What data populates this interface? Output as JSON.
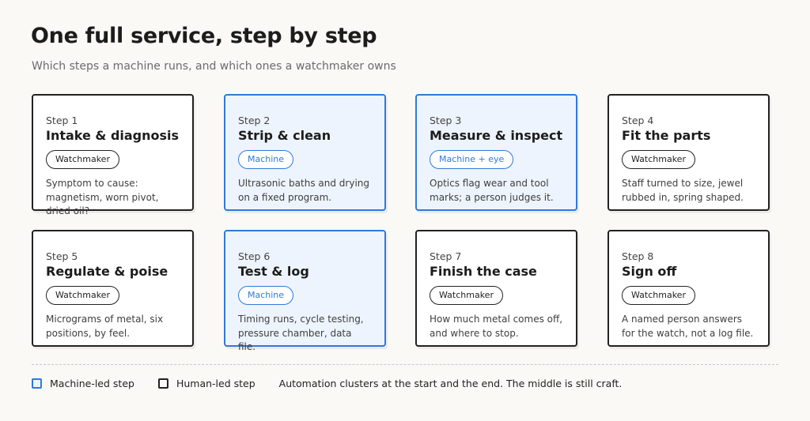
{
  "title": "One full service, step by step",
  "subtitle": "Which steps a machine runs, and which ones a watchmaker owns",
  "colors": {
    "machine": "#2f7ad8",
    "machine_fill": "#eef4fd",
    "human": "#222222"
  },
  "steps": [
    {
      "num": "Step 1",
      "title": "Intake & diagnosis",
      "badge": "Watchmaker",
      "kind": "human",
      "desc": "Symptom to cause: magnetism, worn pivot, dried oil?"
    },
    {
      "num": "Step 2",
      "title": "Strip & clean",
      "badge": "Machine",
      "kind": "machine",
      "desc": "Ultrasonic baths and drying on a fixed program."
    },
    {
      "num": "Step 3",
      "title": "Measure & inspect",
      "badge": "Machine + eye",
      "kind": "machine",
      "desc": "Optics flag wear and tool marks; a person judges it."
    },
    {
      "num": "Step 4",
      "title": "Fit the parts",
      "badge": "Watchmaker",
      "kind": "human",
      "desc": "Staff turned to size, jewel rubbed in, spring shaped."
    },
    {
      "num": "Step 5",
      "title": "Regulate & poise",
      "badge": "Watchmaker",
      "kind": "human",
      "desc": "Micrograms of metal, six positions, by feel."
    },
    {
      "num": "Step 6",
      "title": "Test & log",
      "badge": "Machine",
      "kind": "machine",
      "desc": "Timing runs, cycle testing, pressure chamber, data file."
    },
    {
      "num": "Step 7",
      "title": "Finish the case",
      "badge": "Watchmaker",
      "kind": "human",
      "desc": "How much metal comes off, and where to stop."
    },
    {
      "num": "Step 8",
      "title": "Sign off",
      "badge": "Watchmaker",
      "kind": "human",
      "desc": "A named person answers for the watch, not a log file."
    }
  ],
  "legend": {
    "machine_label": "Machine-led step",
    "human_label": "Human-led step",
    "note": "Automation clusters at the start and the end. The middle is still craft."
  }
}
